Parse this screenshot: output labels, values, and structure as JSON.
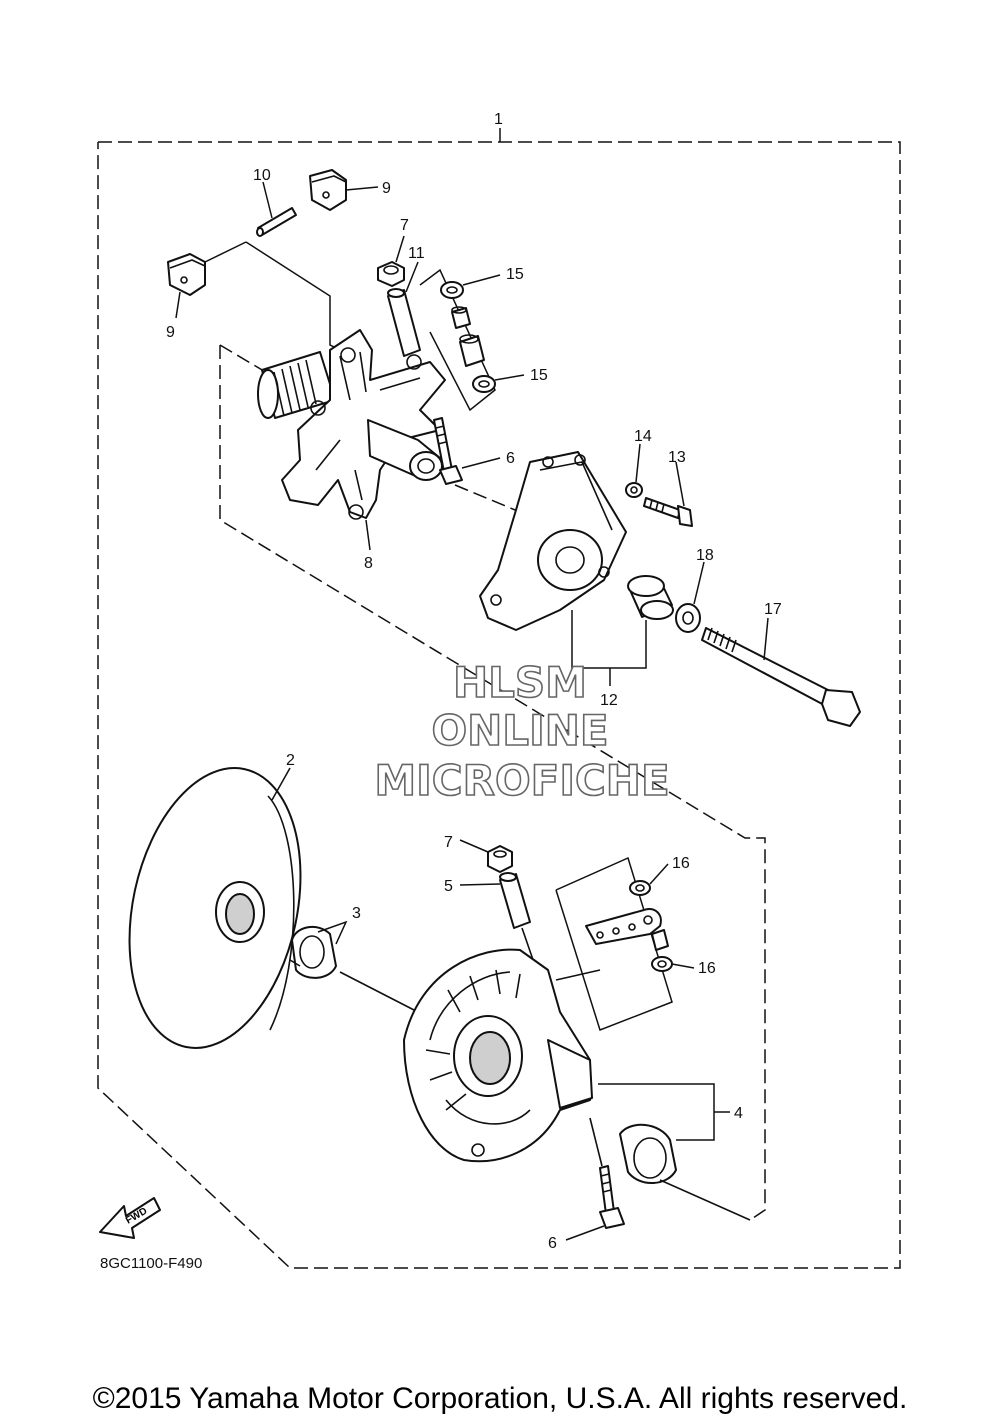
{
  "callouts": {
    "c1": "1",
    "c2": "2",
    "c3": "3",
    "c4": "4",
    "c5": "5",
    "c6a": "6",
    "c6b": "6",
    "c7a": "7",
    "c7b": "7",
    "c8": "8",
    "c9a": "9",
    "c9b": "9",
    "c10": "10",
    "c11": "11",
    "c12": "12",
    "c13": "13",
    "c14": "14",
    "c15a": "15",
    "c15b": "15",
    "c16a": "16",
    "c16b": "16",
    "c17": "17",
    "c18": "18"
  },
  "watermark": {
    "line1": "HLSM",
    "line2": "ONLINE",
    "line3": "MICROFICHE"
  },
  "fwd_label": "FWD",
  "diagram_code": "8GC1100-F490",
  "copyright": "©2015 Yamaha Motor Corporation, U.S.A. All rights reserved."
}
